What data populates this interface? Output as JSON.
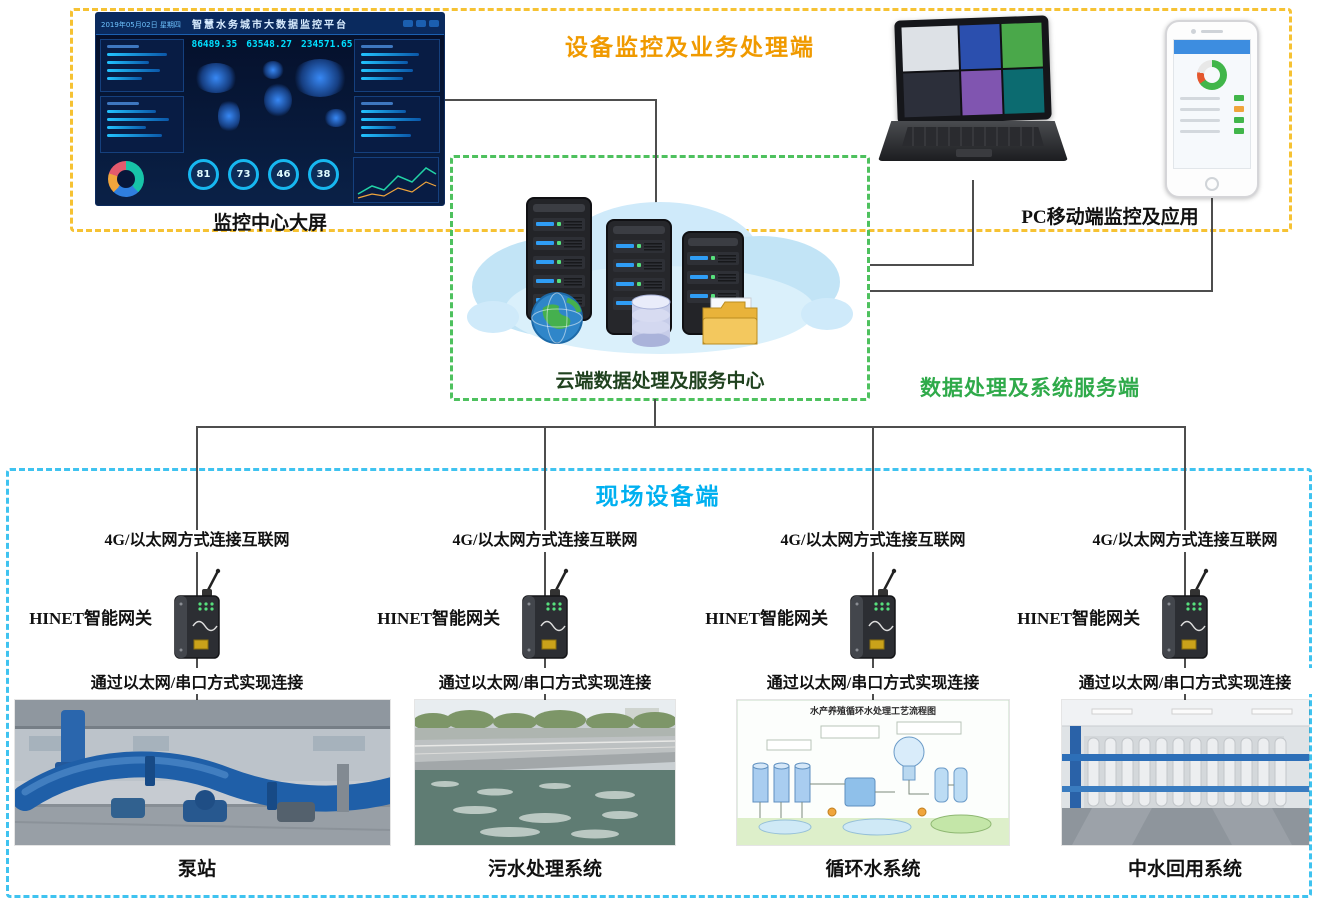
{
  "top_section": {
    "title": "设备监控及业务处理端",
    "dashboard_label": "监控中心大屏",
    "pc_mobile_label": "PC移动端监控及应用",
    "dashboard": {
      "header_date": "2019年05月02日 星期四",
      "title": "智慧水务城市大数据监控平台",
      "stat_values": [
        "86489.35",
        "63548.27",
        "234571.65"
      ],
      "gauge_values": [
        "81",
        "73",
        "46",
        "38"
      ]
    }
  },
  "cloud_section": {
    "caption": "云端数据处理及服务中心",
    "side_label": "数据处理及系统服务端"
  },
  "field_section": {
    "title": "现场设备端",
    "diagram_title": "水产养殖循环水处理工艺流程图",
    "columns": [
      {
        "internet_label": "4G/以太网方式连接互联网",
        "gateway_label": "HINET智能网关",
        "link_label": "通过以太网/串口方式实现连接",
        "system_label": "泵站"
      },
      {
        "internet_label": "4G/以太网方式连接互联网",
        "gateway_label": "HINET智能网关",
        "link_label": "通过以太网/串口方式实现连接",
        "system_label": "污水处理系统"
      },
      {
        "internet_label": "4G/以太网方式连接互联网",
        "gateway_label": "HINET智能网关",
        "link_label": "通过以太网/串口方式实现连接",
        "system_label": "循环水系统"
      },
      {
        "internet_label": "4G/以太网方式连接互联网",
        "gateway_label": "HINET智能网关",
        "link_label": "通过以太网/串口方式实现连接",
        "system_label": "中水回用系统"
      }
    ]
  },
  "colors": {
    "top_zone_border": "#f6c233",
    "top_title": "#f09a00",
    "cloud_zone_border": "#4ec15e",
    "cloud_side_label": "#2faa4a",
    "field_zone_border": "#3fc3f0",
    "field_title": "#00b0f0",
    "connector": "#4e4e4e"
  }
}
